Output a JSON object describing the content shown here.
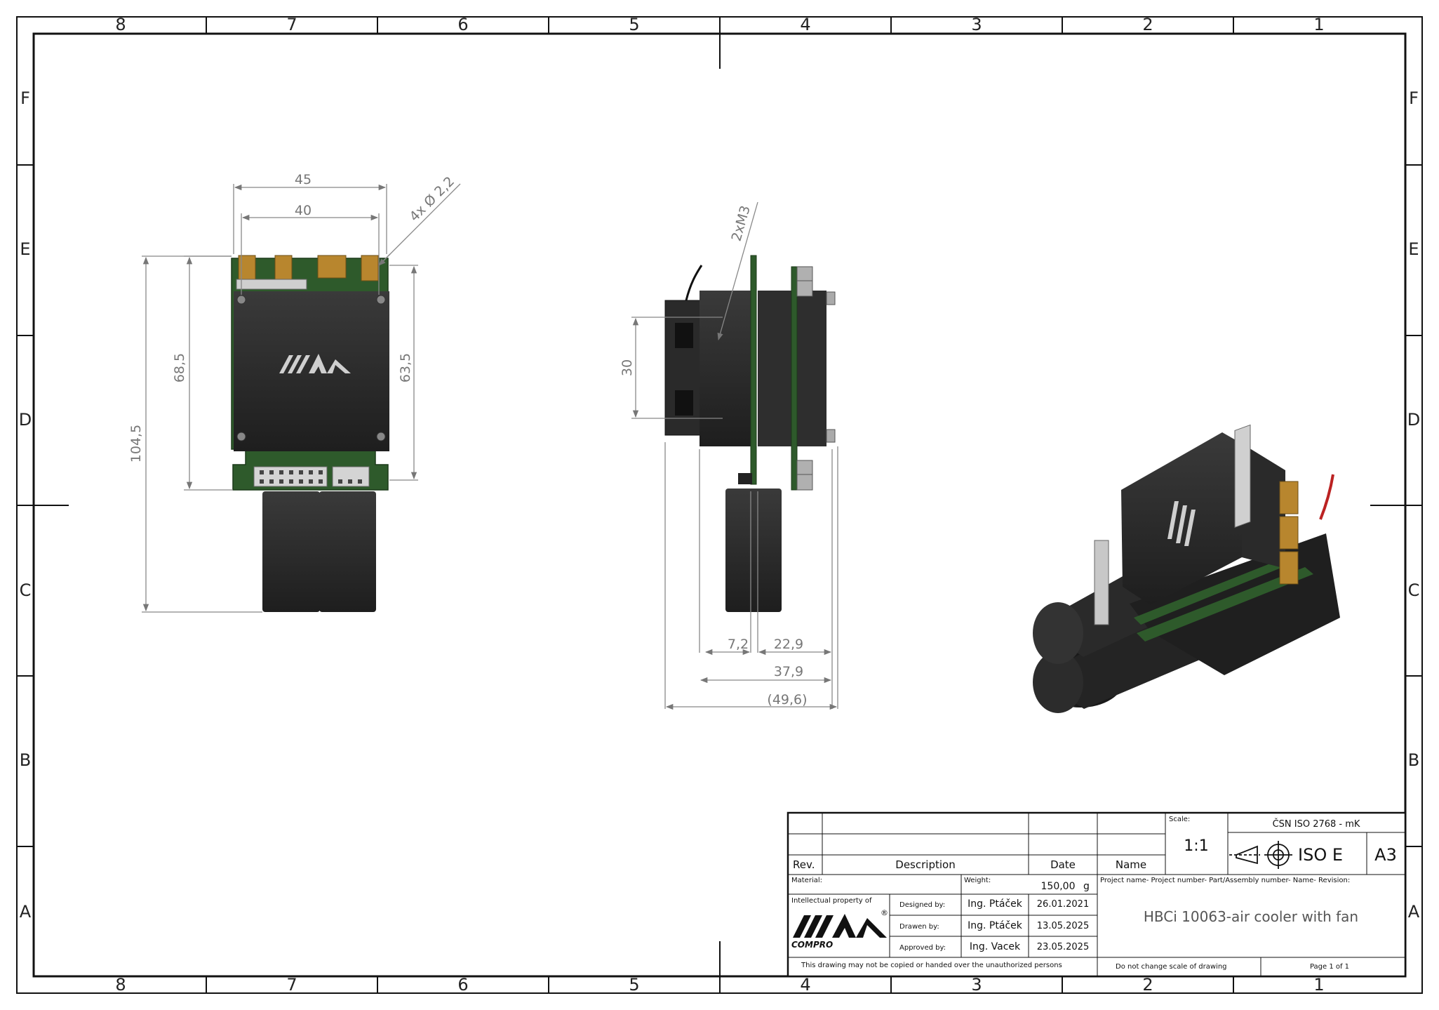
{
  "zones": {
    "columns": [
      "8",
      "7",
      "6",
      "5",
      "4",
      "3",
      "2",
      "1"
    ],
    "rows": [
      "F",
      "E",
      "D",
      "C",
      "B",
      "A"
    ]
  },
  "dimensions": {
    "front": {
      "width_outer": "45",
      "width_holes": "40",
      "holes": "4x Ø 2,2",
      "height_total": "104,5",
      "height_board": "68,5",
      "height_holes": "63,5"
    },
    "side": {
      "thread": "2xM3",
      "fan_height": "30",
      "d1": "7,2",
      "d2": "22,9",
      "d3": "37,9",
      "d4": "(49,6)"
    }
  },
  "logo": {
    "text": "COMPRO",
    "registered": "®"
  },
  "title_block": {
    "scale_label": "Scale:",
    "scale": "1:1",
    "standard": "ČSN ISO 2768 - mK",
    "projection": "ISO E",
    "sheet_size": "A3",
    "rev_header": "Rev.",
    "description_header": "Description",
    "date_header": "Date",
    "name_header": "Name",
    "material_label": "Material:",
    "weight_label": "Weight:",
    "weight_value": "150,00",
    "weight_unit": "g",
    "ip_label": "Intellectual property of",
    "designed_label": "Designed by:",
    "designed_name": "Ing. Ptáček",
    "designed_date": "26.01.2021",
    "drawn_label": "Drawen by:",
    "drawn_name": "Ing. Ptáček",
    "drawn_date": "13.05.2025",
    "approved_label": "Approved by:",
    "approved_name": "Ing. Vacek",
    "approved_date": "23.05.2025",
    "project_header": "Project name- Project number- Part/Assembly number- Name- Revision:",
    "title": "HBCi 10063-air cooler with fan",
    "copy_notice": "This drawing may not be copied or handed over the unauthorized persons",
    "scale_notice": "Do not change scale of drawing",
    "page_label": "Page 1 of 1"
  },
  "colors": {
    "pcb": "#2e5a2b",
    "body": "#2b2b2b",
    "gold": "#b8862e",
    "line": "#111111",
    "dim": "#888888"
  }
}
